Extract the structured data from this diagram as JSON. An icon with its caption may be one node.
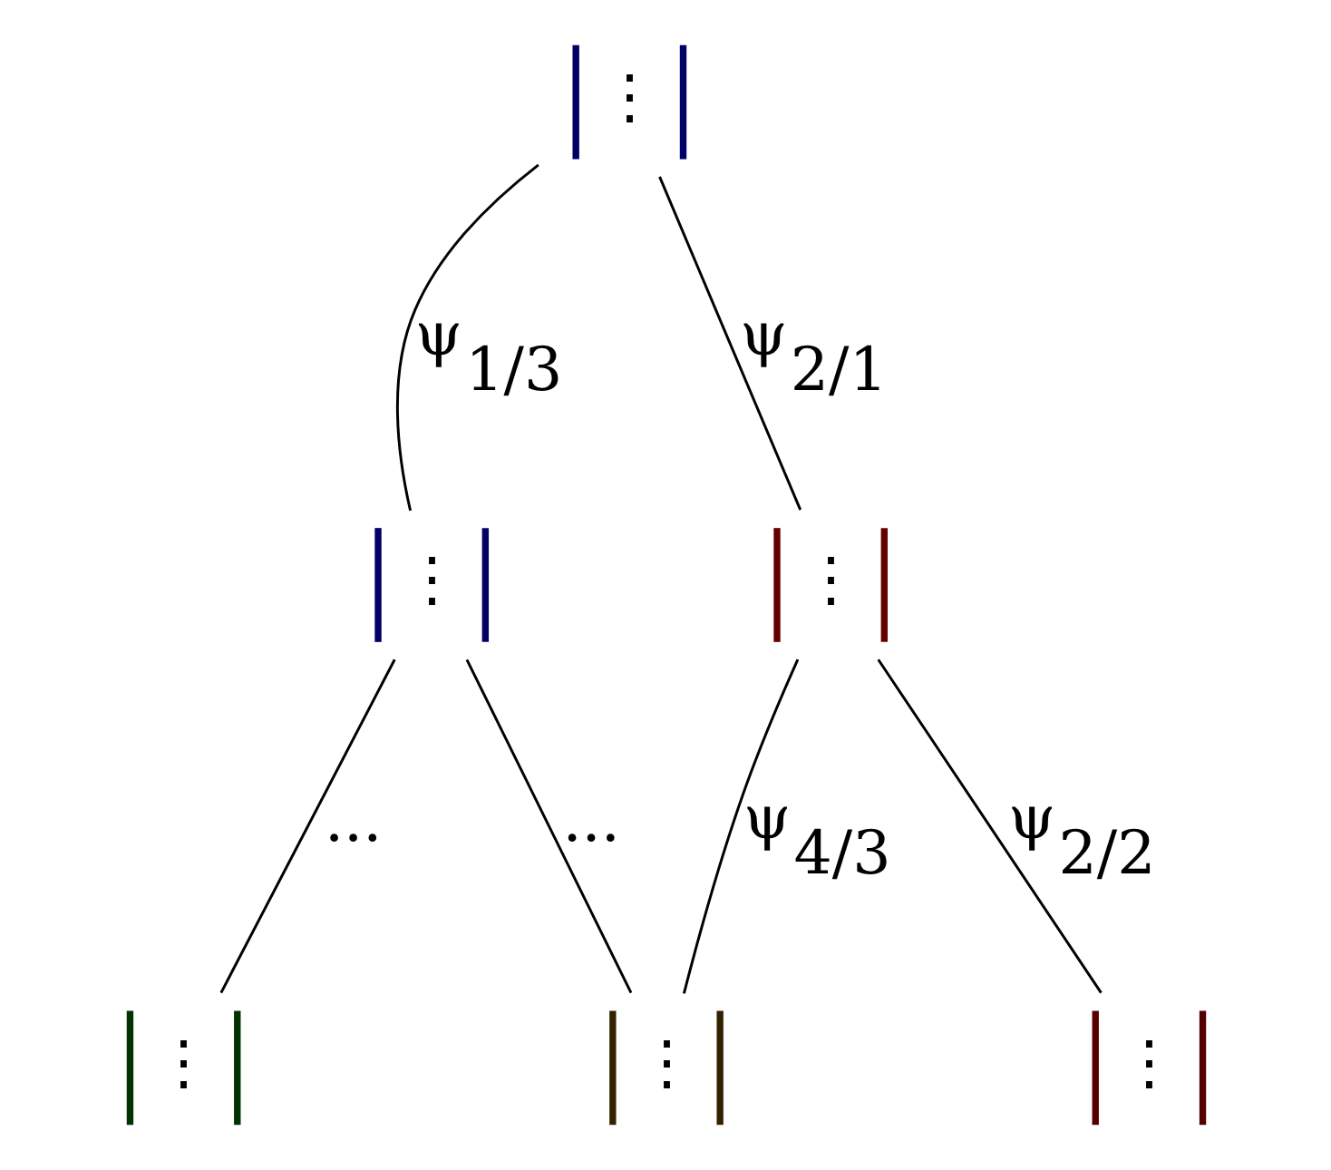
{
  "diagram": {
    "nodes": [
      {
        "text": [
          "⋮"
        ]
      },
      {
        "text": [
          "⋮"
        ]
      },
      {
        "text": [
          "⋮"
        ]
      },
      {
        "text": [
          "⋮"
        ]
      },
      {
        "text": [
          "⋮"
        ]
      },
      {
        "text": [
          "⋮"
        ]
      }
    ],
    "edges": [
      {
        "from": 0,
        "to": 1,
        "arrow": "none",
        "label": "ψ$_{1/3}$"
      },
      {
        "from": 0,
        "to": 2,
        "arrow": "none",
        "label": "ψ$_{2/1}$"
      },
      {
        "from": 1,
        "to": 3,
        "arrow": "none",
        "label": "..."
      },
      {
        "from": 1,
        "to": 4,
        "arrow": "none",
        "label": "..."
      },
      {
        "from": 2,
        "to": 4,
        "arrow": "none",
        "label": "ψ$_{4/3}$"
      },
      {
        "from": 2,
        "to": 5,
        "arrow": "none",
        "label": "ψ$_{2/2}$"
      }
    ]
  }
}
